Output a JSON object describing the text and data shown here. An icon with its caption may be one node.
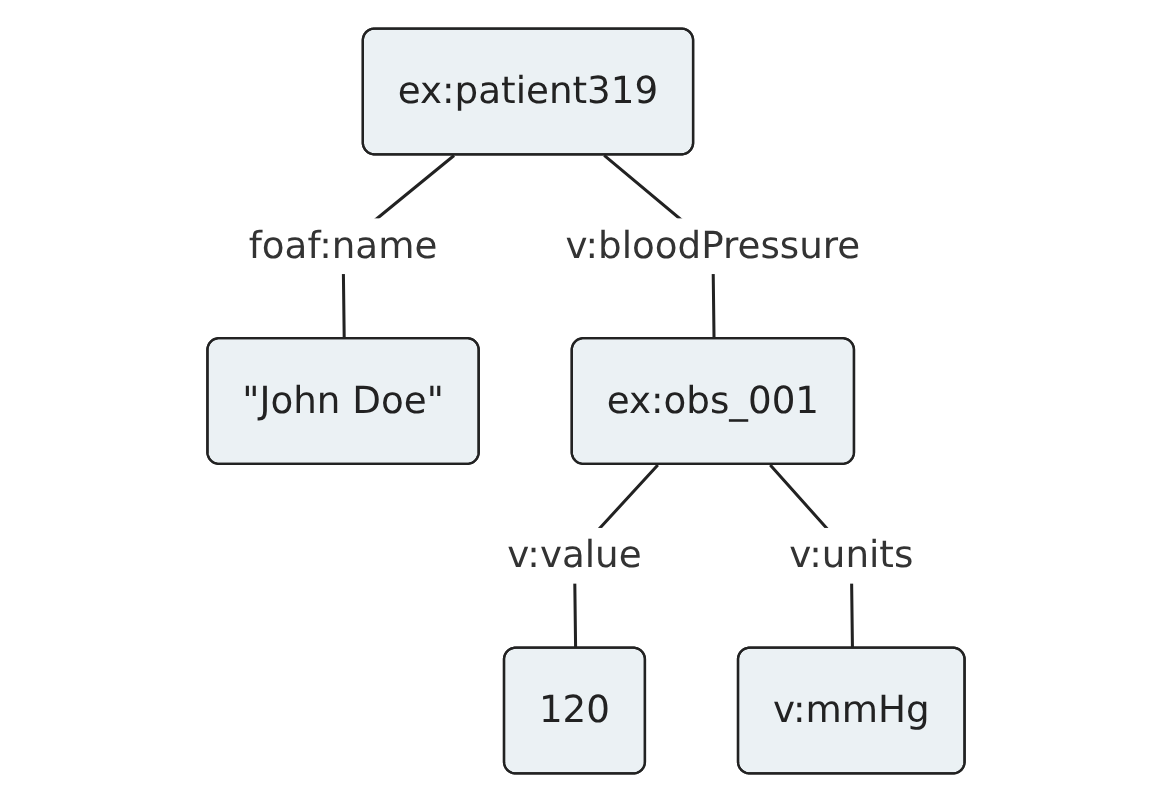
{
  "diagram": {
    "nodes": [
      {
        "text": [
          "ex:patient319"
        ]
      },
      {
        "text": [
          "\"John Doe\""
        ]
      },
      {
        "text": [
          "ex:obs_001"
        ]
      },
      {
        "text": [
          "120"
        ]
      },
      {
        "text": [
          "v:mmHg"
        ]
      }
    ],
    "edges": [
      {
        "from": 0,
        "to": 1,
        "label": "foaf:name",
        "arrow": "none"
      },
      {
        "from": 0,
        "to": 2,
        "label": "v:bloodPressure",
        "arrow": "none"
      },
      {
        "from": 2,
        "to": 3,
        "label": "v:value",
        "arrow": "none"
      },
      {
        "from": 2,
        "to": 4,
        "label": "v:units",
        "arrow": "none"
      }
    ]
  }
}
